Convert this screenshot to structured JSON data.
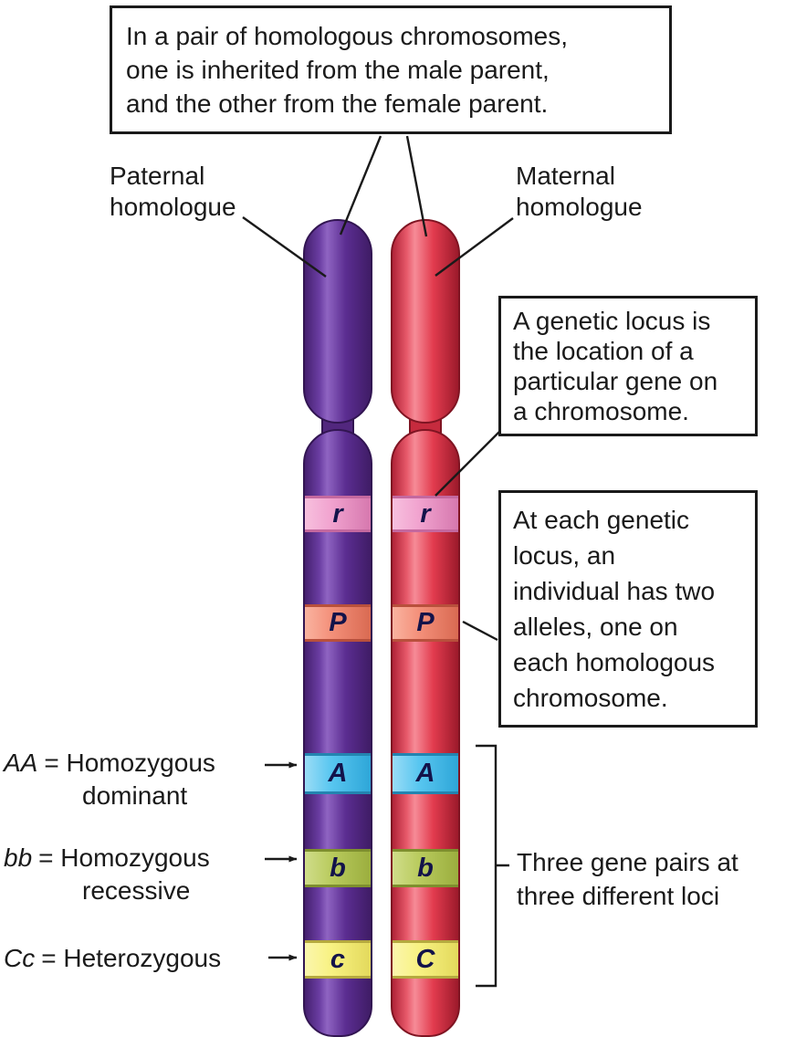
{
  "callouts": {
    "homologous": "In a pair of homologous chromosomes,\none is inherited from the male parent,\nand the other from the female parent.",
    "locus": "A genetic locus is\nthe location of a\nparticular gene on\na chromosome.",
    "alleles": "At each genetic\nlocus, an\nindividual has two\nalleles, one on\neach homologous\nchromosome."
  },
  "labels": {
    "paternal": "Paternal\nhomologue",
    "maternal": "Maternal\nhomologue",
    "gene_pairs": "Three gene pairs at\nthree different loci"
  },
  "legend": [
    {
      "symbol": "AA",
      "definition": "= Homozygous",
      "definition_line2": "dominant"
    },
    {
      "symbol": "bb",
      "definition": "= Homozygous",
      "definition_line2": "recessive"
    },
    {
      "symbol": "Cc",
      "definition": "= Heterozygous",
      "definition_line2": ""
    }
  ],
  "chromosomes": {
    "paternal": {
      "name": "Paternal homologue",
      "color": "#5b2d91",
      "alleles": [
        "r",
        "P",
        "A",
        "b",
        "c"
      ]
    },
    "maternal": {
      "name": "Maternal homologue",
      "color": "#e23b4e",
      "alleles": [
        "r",
        "P",
        "A",
        "b",
        "C"
      ]
    }
  },
  "loci": [
    {
      "locus": "r",
      "band_color": "#f1a3cf"
    },
    {
      "locus": "P",
      "band_color": "#f4907a"
    },
    {
      "locus": "A",
      "band_color": "#58c6f0"
    },
    {
      "locus": "b",
      "band_color": "#b9cb5e"
    },
    {
      "locus": "c",
      "band_color": "#f8f282"
    }
  ]
}
